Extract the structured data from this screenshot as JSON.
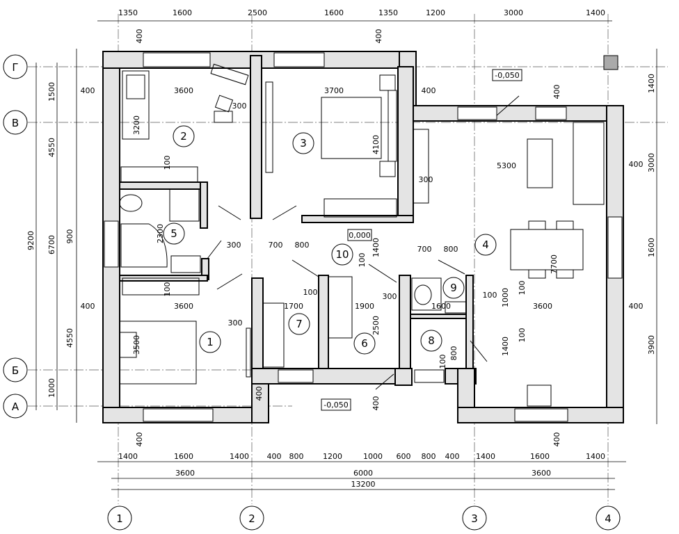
{
  "grid": {
    "cols": [
      "1",
      "2",
      "3",
      "4"
    ],
    "rows": [
      "Г",
      "В",
      "Б",
      "А"
    ]
  },
  "dims": {
    "top": [
      "1350",
      "1600",
      "2500",
      "1600",
      "1350",
      "1200",
      "3000",
      "1400"
    ],
    "bottom_1": [
      "1400",
      "1600",
      "1400",
      "400",
      "800",
      "1200",
      "1000",
      "600",
      "800",
      "400",
      "1400",
      "1600",
      "1400"
    ],
    "bottom_2": [
      "3600",
      "6000",
      "3600"
    ],
    "bottom_total": "13200",
    "left_inner": [
      "1500",
      "4550",
      "900",
      "4550",
      "1000"
    ],
    "left_mid": "6700",
    "left_total": "9200",
    "right": [
      "1400",
      "3000",
      "1600",
      "3900"
    ],
    "interior": {
      "r2_w": "3600",
      "r2_h": "3200",
      "wall400_a": "400",
      "r2_300": "300",
      "r3_w": "3700",
      "r3_h": "4100",
      "r3_400": "400",
      "r3_300": "300",
      "liv_w": "5300",
      "liv_400": "400",
      "liv_400b": "400",
      "liv_7700": "7700",
      "r5_2300": "2300",
      "c300": "300",
      "c700": "700",
      "c800": "800",
      "r10_1400": "1400",
      "r10_100": "100",
      "d700": "700",
      "d800": "800",
      "r1_400": "400",
      "r1_w": "3600",
      "r1_h": "3500",
      "r1_300": "300",
      "r7_w": "1700",
      "r7_100": "100",
      "r6_w": "1900",
      "r6_h": "2500",
      "r6_300": "300",
      "r9_w": "1600",
      "r9_100": "100",
      "r9_1000": "1000",
      "r8_w": "3600",
      "r8_400": "400",
      "r8_100": "100",
      "r8_1400": "1400",
      "r8_800": "800",
      "r8_100b": "100",
      "w400_top1": "400",
      "w400_top2": "400",
      "w400_r": "400",
      "w400_bot1": "400",
      "w400_bot2": "400",
      "w400_bot3": "400",
      "w100_a": "100",
      "w100_b": "100",
      "w100_c": "100"
    }
  },
  "levels": [
    "-0,050",
    "0,000",
    "-0,050"
  ],
  "rooms": [
    "1",
    "2",
    "3",
    "4",
    "5",
    "6",
    "7",
    "8",
    "9",
    "10"
  ]
}
